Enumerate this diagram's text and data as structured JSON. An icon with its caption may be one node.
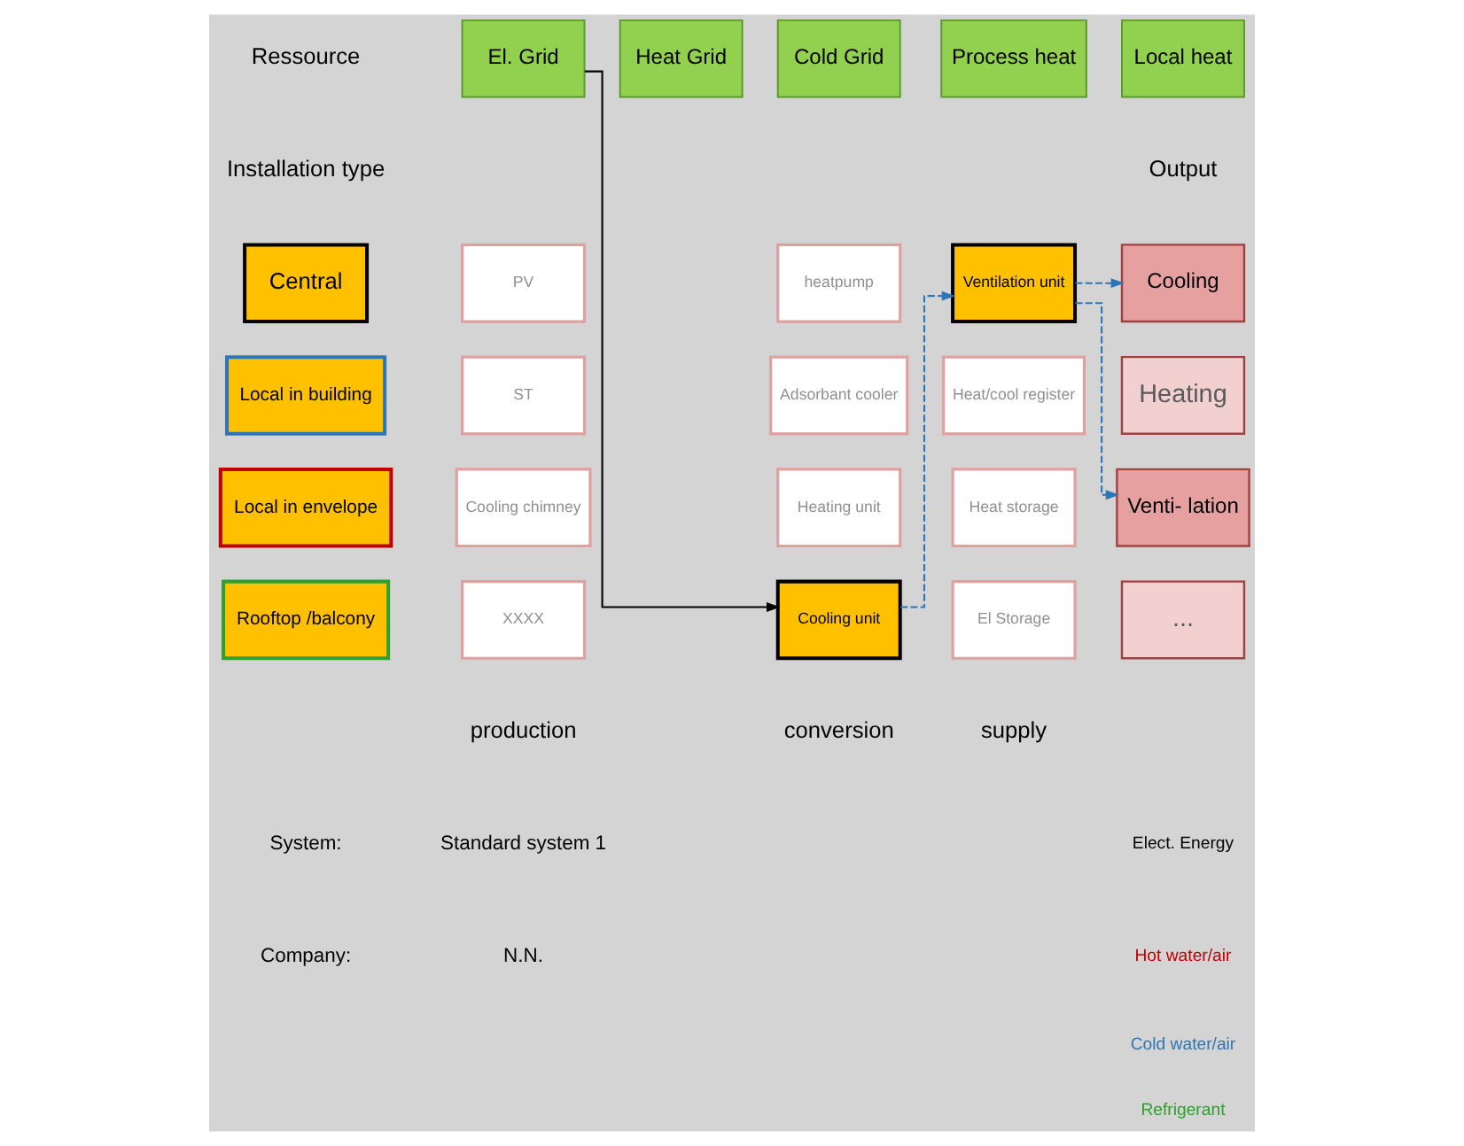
{
  "diagram": {
    "nodes": [
      {
        "text": [
          "El. Grid"
        ]
      },
      {
        "text": [
          "Heat Grid"
        ]
      },
      {
        "text": [
          "Cold Grid"
        ]
      },
      {
        "text": [
          "Process heat"
        ]
      },
      {
        "text": [
          "Local heat"
        ]
      },
      {
        "text": [
          "Central"
        ]
      },
      {
        "text": [
          "Local in building"
        ]
      },
      {
        "text": [
          "Local in envelope"
        ]
      },
      {
        "text": [
          "Rooftop /balcony"
        ]
      },
      {
        "text": [
          "PV"
        ]
      },
      {
        "text": [
          "ST"
        ]
      },
      {
        "text": [
          "Cooling chimney"
        ]
      },
      {
        "text": [
          "XXXX"
        ]
      },
      {
        "text": [
          "heatpump"
        ]
      },
      {
        "text": [
          "Adsorbant cooler"
        ]
      },
      {
        "text": [
          "Heating unit"
        ]
      },
      {
        "text": [
          "Cooling unit"
        ]
      },
      {
        "text": [
          "Ventilation unit"
        ]
      },
      {
        "text": [
          "Heat/cool register"
        ]
      },
      {
        "text": [
          "Heat storage"
        ]
      },
      {
        "text": [
          "El Storage"
        ]
      },
      {
        "text": [
          "Cooling"
        ]
      },
      {
        "text": [
          "Heating"
        ]
      },
      {
        "text": [
          "Venti- lation"
        ]
      },
      {
        "text": [
          "..."
        ]
      }
    ],
    "edges": [
      {
        "from": 0,
        "to": 16,
        "arrow": "to",
        "color": "#000000"
      },
      {
        "from": 16,
        "to": 17,
        "arrow": "to",
        "style": "dashed"
      },
      {
        "from": 17,
        "to": 21,
        "arrow": "to",
        "style": "dashed"
      },
      {
        "from": 17,
        "to": 23,
        "arrow": "to",
        "style": "dashed"
      }
    ],
    "labels": [
      "Ressource",
      "Installation type",
      "Output",
      "production",
      "conversion",
      "supply",
      "System:",
      "Standard system 1",
      "Company:",
      "N.N."
    ],
    "legend": [
      {
        "text": "Elect. Energy"
      },
      {
        "text": "Hot water/air"
      },
      {
        "text": "Cold water/air"
      },
      {
        "text": "Refrigerant"
      }
    ]
  }
}
